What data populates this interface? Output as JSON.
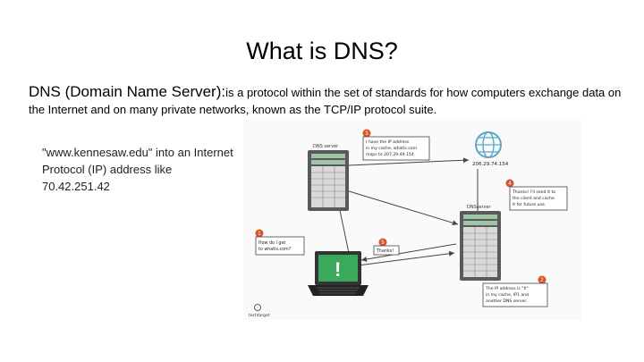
{
  "slide": {
    "title": "What is DNS?",
    "definition": {
      "term": "DNS (Domain Name Server):",
      "line1_rest": "is a protocol within the set of standards for how computers exchange data on",
      "line2": "the Internet and on many private networks, known as the TCP/IP protocol suite."
    },
    "example": "\"www.kennesaw.edu\" into an Internet Protocol (IP) address like 70.42.251.42"
  },
  "diagram": {
    "dns_server_top_label": "DNS server",
    "dns_server_right_label": "DNSserver",
    "ip_address": "206.29.74.154",
    "alert_glyph": "!",
    "brand": "techtarget",
    "steps": [
      {
        "number": "1",
        "text_line1": "How do I get",
        "text_line2": "to whatis.com?"
      },
      {
        "number": "2",
        "text_line1": "The IP address is \"X\"",
        "text_line2": "in my cache, IP1 and",
        "text_line3": "another DNS server."
      },
      {
        "number": "3",
        "text_line1": "I have the IP address",
        "text_line2": "in my cache, whatis.com",
        "text_line3": "maps to 207.29.49.154"
      },
      {
        "number": "4",
        "text_line1": "Thanks! I'll send it to",
        "text_line2": "the client and cache",
        "text_line3": "it for future use."
      },
      {
        "number": "5",
        "text_line1": "Thanks!"
      }
    ],
    "colors": {
      "arrow": "#444444",
      "badge": "#d9532c",
      "server": "#5a5a5a",
      "globe": "#5aa8c8",
      "screen": "#3aaa5a"
    }
  }
}
